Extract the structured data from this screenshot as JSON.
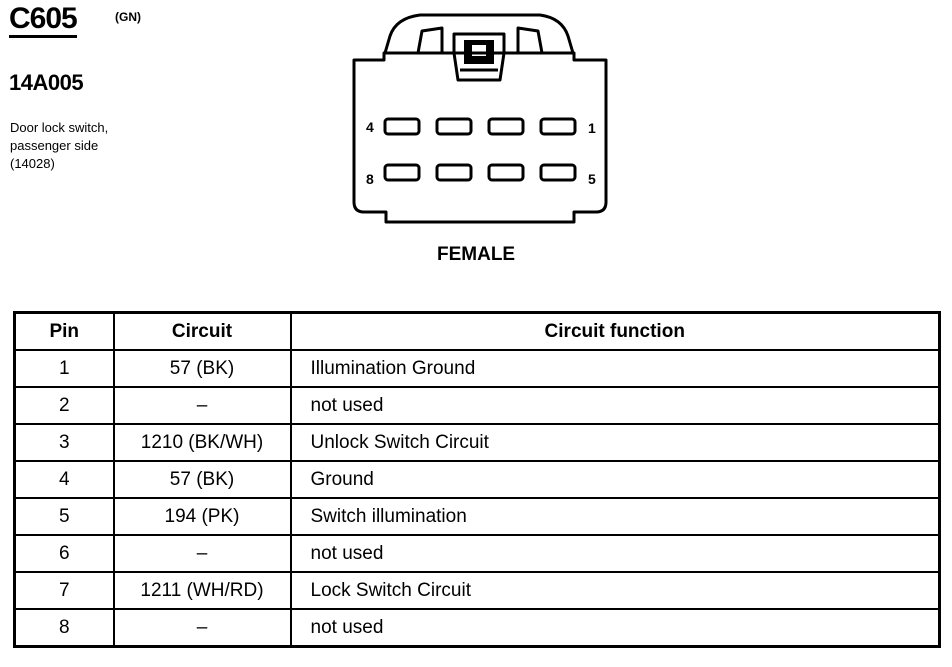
{
  "header": {
    "connector_id": "C605",
    "color_code": "(GN)",
    "part_number": "14A005",
    "description_lines": [
      "Door lock switch,",
      "passenger side",
      "(14028)"
    ]
  },
  "diagram": {
    "top_left_pin": "4",
    "top_right_pin": "1",
    "bottom_left_pin": "8",
    "bottom_right_pin": "5",
    "gender": "FEMALE"
  },
  "table": {
    "headers": [
      "Pin",
      "Circuit",
      "Circuit function"
    ],
    "rows": [
      {
        "pin": "1",
        "circuit": "57 (BK)",
        "function": "Illumination Ground"
      },
      {
        "pin": "2",
        "circuit": "–",
        "function": "not used"
      },
      {
        "pin": "3",
        "circuit": "1210 (BK/WH)",
        "function": "Unlock Switch Circuit"
      },
      {
        "pin": "4",
        "circuit": "57 (BK)",
        "function": "Ground"
      },
      {
        "pin": "5",
        "circuit": "194 (PK)",
        "function": "Switch illumination"
      },
      {
        "pin": "6",
        "circuit": "–",
        "function": "not used"
      },
      {
        "pin": "7",
        "circuit": "1211 (WH/RD)",
        "function": "Lock Switch Circuit"
      },
      {
        "pin": "8",
        "circuit": "–",
        "function": "not used"
      }
    ]
  }
}
